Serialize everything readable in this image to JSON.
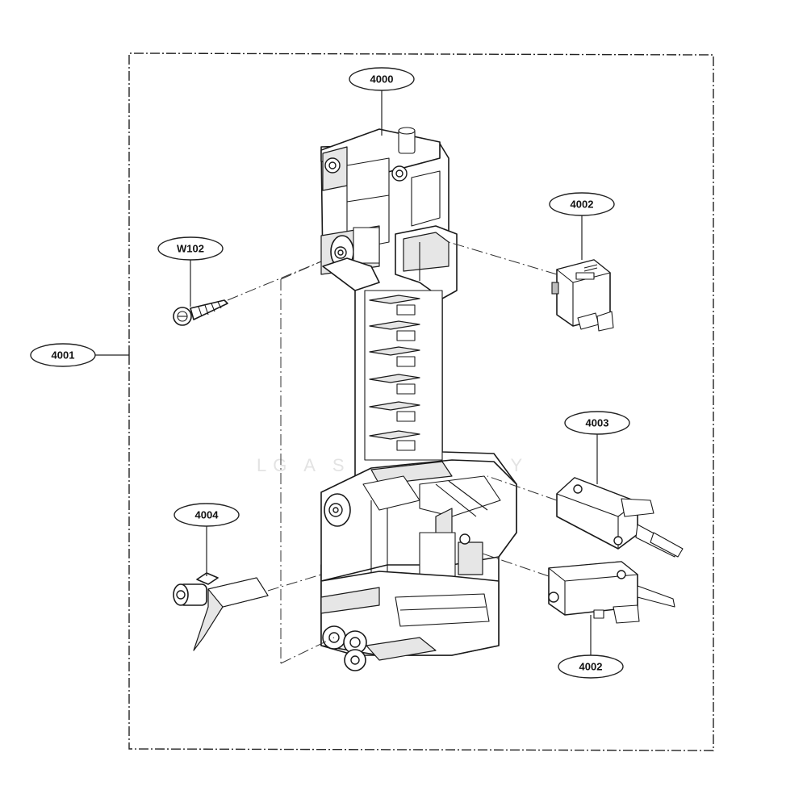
{
  "callouts": {
    "assembly": "4000",
    "bracket": "4001",
    "switch_top": "4002",
    "screw": "W102",
    "switch_mid": "4003",
    "lever": "4004",
    "switch_bottom": "4002"
  },
  "colors": {
    "line": "#1a1a1a",
    "background": "#ffffff",
    "shade": "#e6e6e6"
  }
}
